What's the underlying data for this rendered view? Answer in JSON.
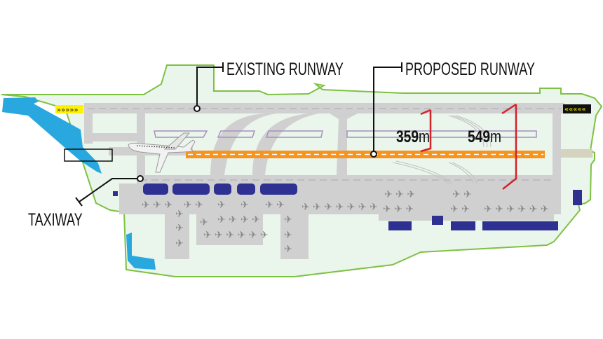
{
  "labels": {
    "existing_runway": "EXISTING RUNWAY",
    "proposed_runway": "PROPOSED RUNWAY",
    "taxiway": "TAXIWAY"
  },
  "distances": [
    {
      "value": "359",
      "unit": "m"
    },
    {
      "value": "549",
      "unit": "m"
    }
  ],
  "colors": {
    "boundary": "#7dc242",
    "ground": "#eaf5ec",
    "pavement": "#d0d0d0",
    "proposed_runway": "#f7941d",
    "terminal": "#2e3192",
    "water": "#29a8e0",
    "distance_marker": "#d2232a",
    "threshold": "#fff200"
  }
}
